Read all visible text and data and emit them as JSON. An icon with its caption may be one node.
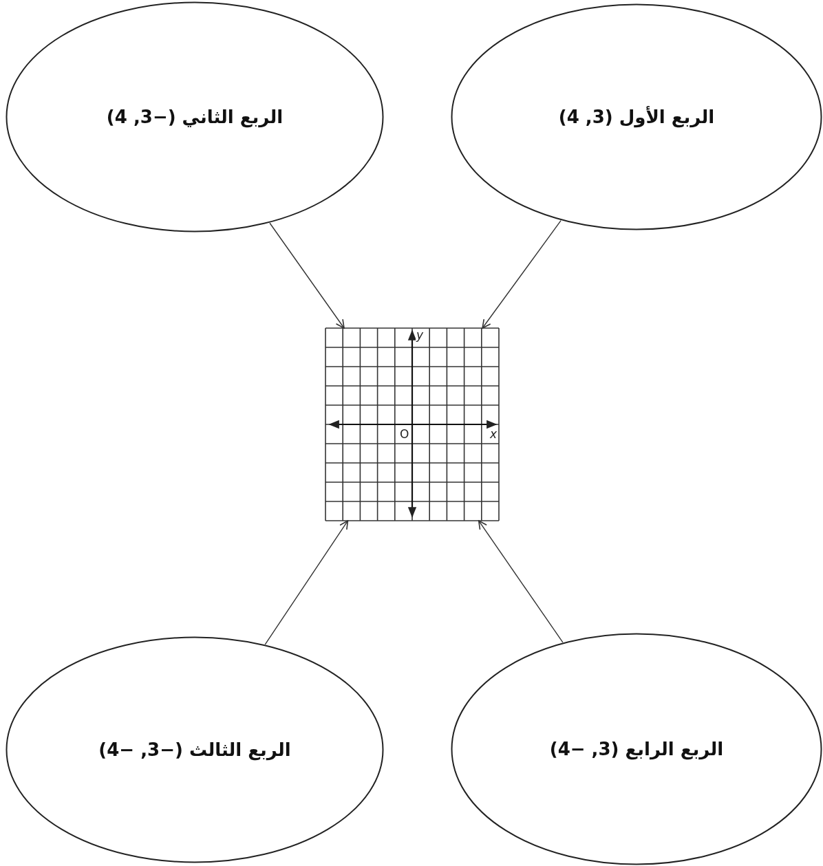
{
  "diagram": {
    "nodes": [
      {
        "text": [
          "الربع الثاني (−3, 4)"
        ]
      },
      {
        "text": [
          "الربع الأول (3, 4)"
        ]
      },
      {
        "text": [
          "y",
          "x",
          "O"
        ]
      },
      {
        "text": [
          "الربع الثالث (−3, −4)"
        ]
      },
      {
        "text": [
          "الربع الرابع (3, −4)"
        ]
      }
    ],
    "edges": [
      {
        "from": 0,
        "to": 2,
        "arrow": "to"
      },
      {
        "from": 1,
        "to": 2,
        "arrow": "to"
      },
      {
        "from": 3,
        "to": 2,
        "arrow": "to"
      },
      {
        "from": 4,
        "to": 2,
        "arrow": "to"
      }
    ]
  }
}
